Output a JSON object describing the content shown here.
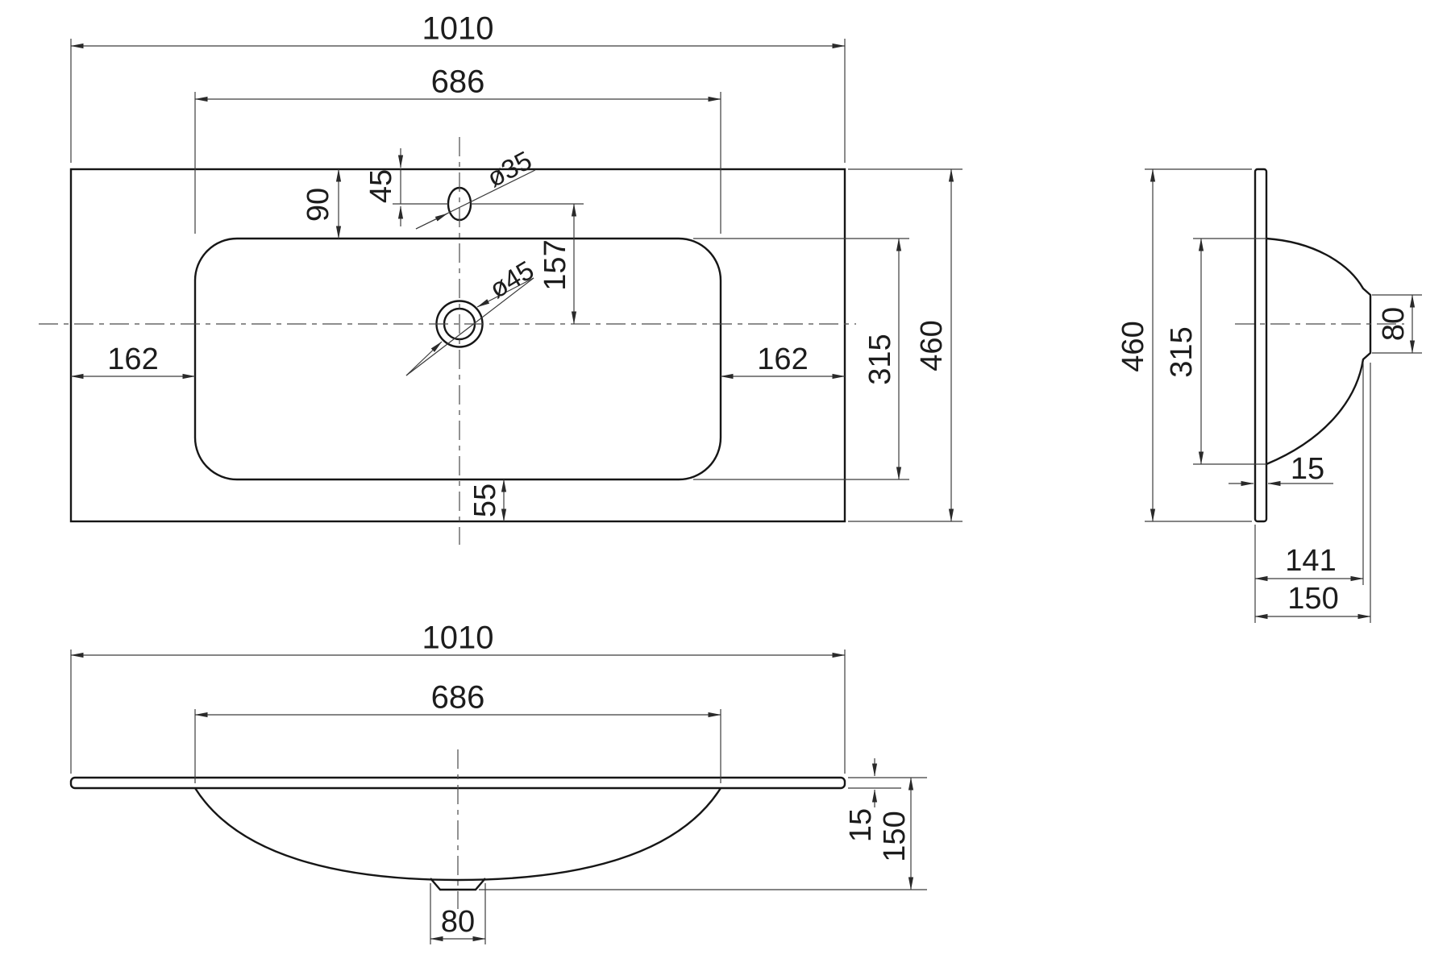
{
  "views": {
    "top": {
      "overall_width": "1010",
      "basin_width": "686",
      "basin_top_offset": "90",
      "faucet_offset": "45",
      "faucet_hole_diameter": "ø35",
      "faucet_to_drain": "157",
      "drain_diameter": "ø45",
      "margin_left": "162",
      "margin_right": "162",
      "basin_bottom_gap": "55",
      "basin_depth": "315",
      "overall_depth": "460"
    },
    "side": {
      "overall_height": "460",
      "basin_height": "315",
      "outlet_face_height": "80",
      "panel_thickness": "15",
      "bowl_depth": "141",
      "overall_depth": "150"
    },
    "front": {
      "overall_width": "1010",
      "basin_width": "686",
      "panel_thickness": "15",
      "overall_height": "150",
      "drain_width": "80"
    }
  }
}
